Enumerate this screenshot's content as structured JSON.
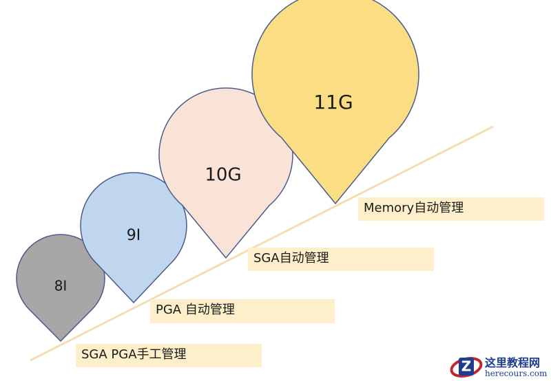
{
  "pins": [
    {
      "label": "8I",
      "fill": "#a8a6a6"
    },
    {
      "label": "9I",
      "fill": "#bfd6ee"
    },
    {
      "label": "10G",
      "fill": "#f9e3d6"
    },
    {
      "label": "11G",
      "fill": "#fbde84"
    }
  ],
  "stroke_color": "#4a5a8c",
  "diagonal_color": "#f6ddb0",
  "steps": {
    "memory": "Memory自动管理",
    "sga": "SGA自动管理",
    "pga": "PGA 自动管理",
    "manual": "SGA PGA手工管理"
  },
  "step_fill": "#fcefc9",
  "watermark": {
    "title": "这里教程网",
    "url": "herecours.com",
    "logo_letter": "Z"
  }
}
